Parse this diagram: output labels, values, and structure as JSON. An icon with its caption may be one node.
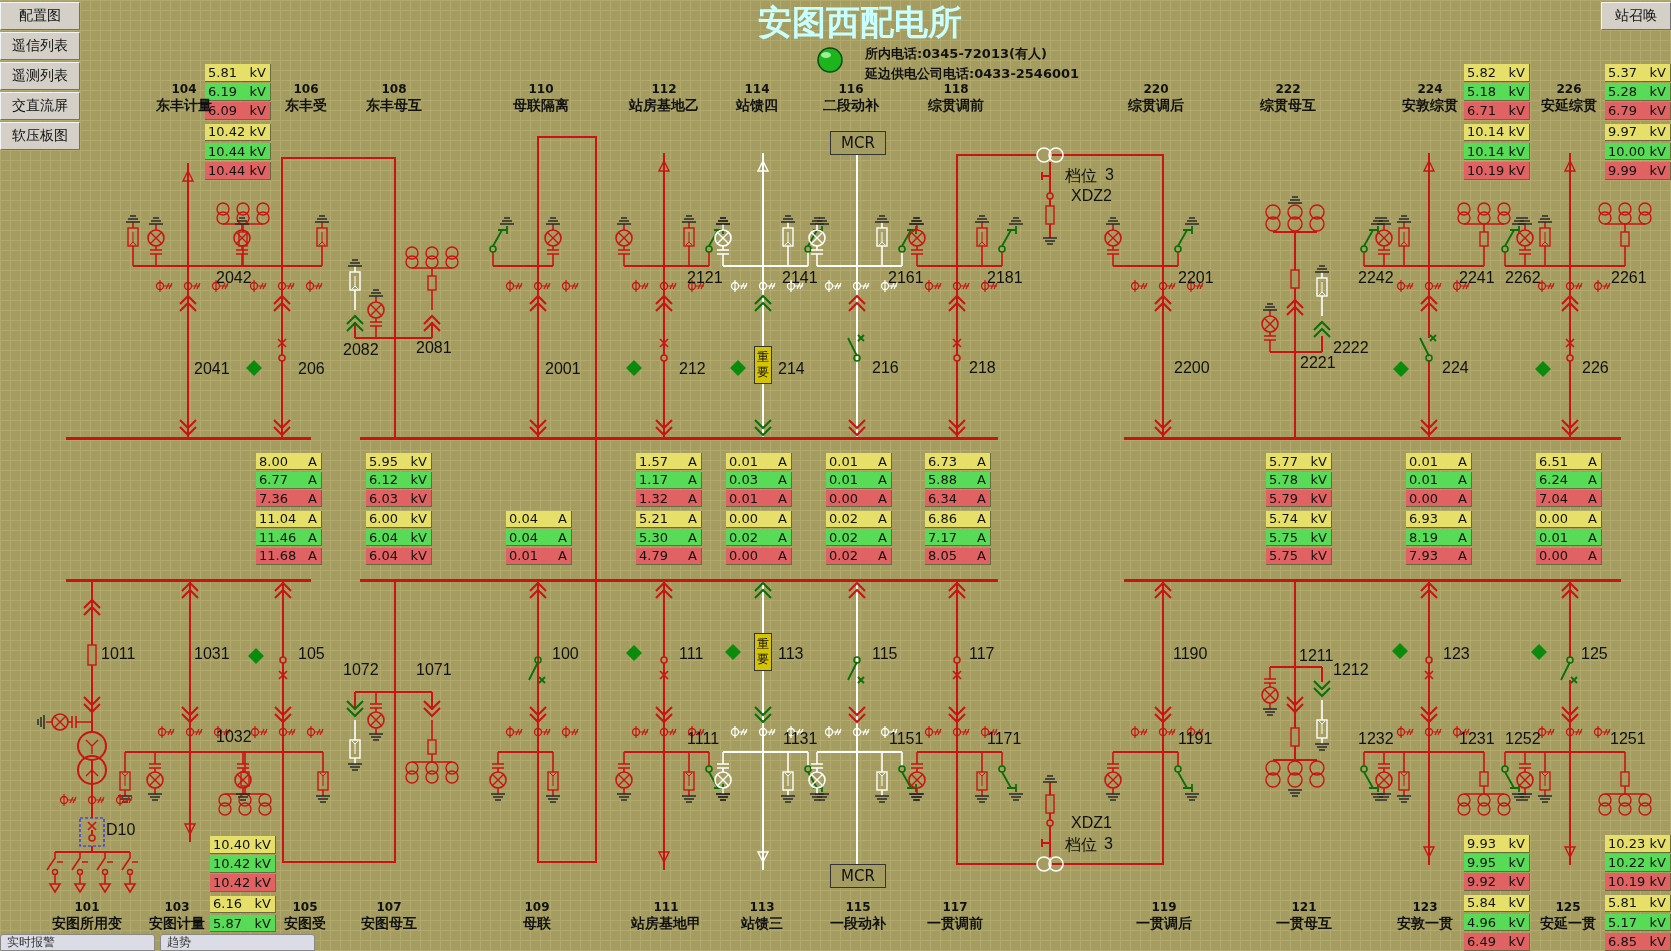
{
  "diagram": {
    "title": "安图西配电所",
    "nodes": [
      {
        "text": [
          "配置图"
        ]
      },
      {
        "text": [
          "遥信列表"
        ]
      },
      {
        "text": [
          "遥测列表"
        ]
      },
      {
        "text": [
          "交直流屏"
        ]
      },
      {
        "text": [
          "软压板图"
        ]
      },
      {
        "text": [
          "站召唤"
        ]
      },
      {
        "text": [
          "MCR"
        ]
      },
      {
        "text": [
          "MCR"
        ]
      },
      {
        "text": [
          "重要"
        ]
      },
      {
        "text": [
          "重要"
        ]
      },
      {
        "text": [
          "实时报警"
        ]
      },
      {
        "text": [
          "趋势"
        ]
      },
      {
        "text": [
          "5.81",
          "kV"
        ]
      },
      {
        "text": [
          "6.19",
          "kV"
        ]
      },
      {
        "text": [
          "6.09",
          "kV"
        ]
      },
      {
        "text": [
          "10.42",
          "kV"
        ]
      },
      {
        "text": [
          "10.44",
          "kV"
        ]
      },
      {
        "text": [
          "10.44",
          "kV"
        ]
      },
      {
        "text": [
          "5.82",
          "kV"
        ]
      },
      {
        "text": [
          "5.18",
          "kV"
        ]
      },
      {
        "text": [
          "6.71",
          "kV"
        ]
      },
      {
        "text": [
          "10.14",
          "kV"
        ]
      },
      {
        "text": [
          "10.14",
          "kV"
        ]
      },
      {
        "text": [
          "10.19",
          "kV"
        ]
      },
      {
        "text": [
          "5.37",
          "kV"
        ]
      },
      {
        "text": [
          "5.28",
          "kV"
        ]
      },
      {
        "text": [
          "6.79",
          "kV"
        ]
      },
      {
        "text": [
          "9.97",
          "kV"
        ]
      },
      {
        "text": [
          "10.00",
          "kV"
        ]
      },
      {
        "text": [
          "9.99",
          "kV"
        ]
      },
      {
        "text": [
          "8.00",
          "A"
        ]
      },
      {
        "text": [
          "6.77",
          "A"
        ]
      },
      {
        "text": [
          "7.36",
          "A"
        ]
      },
      {
        "text": [
          "11.04",
          "A"
        ]
      },
      {
        "text": [
          "11.46",
          "A"
        ]
      },
      {
        "text": [
          "11.68",
          "A"
        ]
      },
      {
        "text": [
          "5.95",
          "kV"
        ]
      },
      {
        "text": [
          "6.12",
          "kV"
        ]
      },
      {
        "text": [
          "6.03",
          "kV"
        ]
      },
      {
        "text": [
          "6.00",
          "kV"
        ]
      },
      {
        "text": [
          "6.04",
          "kV"
        ]
      },
      {
        "text": [
          "6.04",
          "kV"
        ]
      },
      {
        "text": [
          "0.04",
          "A"
        ]
      },
      {
        "text": [
          "0.04",
          "A"
        ]
      },
      {
        "text": [
          "0.01",
          "A"
        ]
      },
      {
        "text": [
          "1.57",
          "A"
        ]
      },
      {
        "text": [
          "1.17",
          "A"
        ]
      },
      {
        "text": [
          "1.32",
          "A"
        ]
      },
      {
        "text": [
          "5.21",
          "A"
        ]
      },
      {
        "text": [
          "5.30",
          "A"
        ]
      },
      {
        "text": [
          "4.79",
          "A"
        ]
      },
      {
        "text": [
          "0.01",
          "A"
        ]
      },
      {
        "text": [
          "0.03",
          "A"
        ]
      },
      {
        "text": [
          "0.01",
          "A"
        ]
      },
      {
        "text": [
          "0.00",
          "A"
        ]
      },
      {
        "text": [
          "0.02",
          "A"
        ]
      },
      {
        "text": [
          "0.00",
          "A"
        ]
      },
      {
        "text": [
          "0.01",
          "A"
        ]
      },
      {
        "text": [
          "0.01",
          "A"
        ]
      },
      {
        "text": [
          "0.00",
          "A"
        ]
      },
      {
        "text": [
          "0.02",
          "A"
        ]
      },
      {
        "text": [
          "0.02",
          "A"
        ]
      },
      {
        "text": [
          "0.02",
          "A"
        ]
      },
      {
        "text": [
          "6.73",
          "A"
        ]
      },
      {
        "text": [
          "5.88",
          "A"
        ]
      },
      {
        "text": [
          "6.34",
          "A"
        ]
      },
      {
        "text": [
          "6.86",
          "A"
        ]
      },
      {
        "text": [
          "7.17",
          "A"
        ]
      },
      {
        "text": [
          "8.05",
          "A"
        ]
      },
      {
        "text": [
          "5.77",
          "kV"
        ]
      },
      {
        "text": [
          "5.78",
          "kV"
        ]
      },
      {
        "text": [
          "5.79",
          "kV"
        ]
      },
      {
        "text": [
          "5.74",
          "kV"
        ]
      },
      {
        "text": [
          "5.75",
          "kV"
        ]
      },
      {
        "text": [
          "5.75",
          "kV"
        ]
      },
      {
        "text": [
          "0.01",
          "A"
        ]
      },
      {
        "text": [
          "0.01",
          "A"
        ]
      },
      {
        "text": [
          "0.00",
          "A"
        ]
      },
      {
        "text": [
          "6.93",
          "A"
        ]
      },
      {
        "text": [
          "8.19",
          "A"
        ]
      },
      {
        "text": [
          "7.93",
          "A"
        ]
      },
      {
        "text": [
          "6.51",
          "A"
        ]
      },
      {
        "text": [
          "6.24",
          "A"
        ]
      },
      {
        "text": [
          "7.04",
          "A"
        ]
      },
      {
        "text": [
          "0.00",
          "A"
        ]
      },
      {
        "text": [
          "0.01",
          "A"
        ]
      },
      {
        "text": [
          "0.00",
          "A"
        ]
      },
      {
        "text": [
          "10.40",
          "kV"
        ]
      },
      {
        "text": [
          "10.42",
          "kV"
        ]
      },
      {
        "text": [
          "10.42",
          "kV"
        ]
      },
      {
        "text": [
          "6.16",
          "kV"
        ]
      },
      {
        "text": [
          "5.87",
          "kV"
        ]
      },
      {
        "text": [
          "9.93",
          "kV"
        ]
      },
      {
        "text": [
          "9.95",
          "kV"
        ]
      },
      {
        "text": [
          "9.92",
          "kV"
        ]
      },
      {
        "text": [
          "5.84",
          "kV"
        ]
      },
      {
        "text": [
          "4.96",
          "kV"
        ]
      },
      {
        "text": [
          "6.49",
          "kV"
        ]
      },
      {
        "text": [
          "10.23",
          "kV"
        ]
      },
      {
        "text": [
          "10.22",
          "kV"
        ]
      },
      {
        "text": [
          "10.19",
          "kV"
        ]
      },
      {
        "text": [
          "5.81",
          "kV"
        ]
      },
      {
        "text": [
          "5.17",
          "kV"
        ]
      },
      {
        "text": [
          "6.85",
          "kV"
        ]
      },
      {
        "text": [],
        "shape": "bar"
      },
      {
        "text": [],
        "shape": "bar"
      },
      {
        "text": [],
        "shape": "bar"
      },
      {
        "text": [],
        "shape": "bar"
      },
      {
        "text": [],
        "shape": "bar"
      },
      {
        "text": [],
        "shape": "bar"
      }
    ],
    "edges": [
      {
        "from": 6,
        "to": 105,
        "arrow": "to",
        "color": "#ffffff"
      },
      {
        "from": 7,
        "to": 108,
        "arrow": "to",
        "color": "#ffffff"
      },
      {
        "from": 8,
        "to": 105,
        "arrow": "to",
        "color": "#ffffff"
      },
      {
        "from": 9,
        "to": 108,
        "arrow": "to",
        "color": "#ffffff"
      },
      {
        "from": 105,
        "to": 104,
        "arrow": "to"
      },
      {
        "from": 108,
        "to": 107,
        "arrow": "to"
      },
      {
        "from": 105,
        "to": 108,
        "arrow": "both"
      },
      {
        "from": 105,
        "to": 106,
        "arrow": "both"
      },
      {
        "from": 108,
        "to": 109,
        "arrow": "both"
      }
    ],
    "labels": [
      "所内电话:0345-72013(有人)",
      "延边供电公司电话:0433-2546001",
      "104",
      "东丰计量",
      "106",
      "东丰受",
      "108",
      "东丰母互",
      "110",
      "母联隔离",
      "112",
      "站房基地乙",
      "114",
      "站馈四",
      "116",
      "二段动补",
      "118",
      "综贯调前",
      "220",
      "综贯调后",
      "222",
      "综贯母互",
      "224",
      "安敦综贯",
      "226",
      "安延综贯",
      "2042",
      "2041",
      "206",
      "2082",
      "2081",
      "2001",
      "2121",
      "212",
      "2141",
      "214",
      "2161",
      "216",
      "2181",
      "218",
      "档位",
      "3",
      "XDZ2",
      "2201",
      "2200",
      "2222",
      "2221",
      "2242",
      "2241",
      "224",
      "2262",
      "2261",
      "226",
      "1011",
      "1031",
      "105",
      "1072",
      "1071",
      "1032",
      "D10",
      "100",
      "111",
      "113",
      "1111",
      "1131",
      "115",
      "117",
      "1151",
      "1171",
      "XDZ1",
      "档位",
      "3",
      "1190",
      "1191",
      "1211",
      "1212",
      "123",
      "125",
      "1232",
      "1231",
      "1252",
      "1251",
      "101",
      "安图所用变",
      "103",
      "安图计量",
      "105",
      "安图受",
      "107",
      "安图母互",
      "109",
      "母联",
      "111",
      "站房基地甲",
      "113",
      "站馈三",
      "115",
      "一段动补",
      "117",
      "一贯调前",
      "119",
      "一贯调后",
      "121",
      "一贯母互",
      "123",
      "安敦一贯",
      "125",
      "安延一贯"
    ]
  }
}
